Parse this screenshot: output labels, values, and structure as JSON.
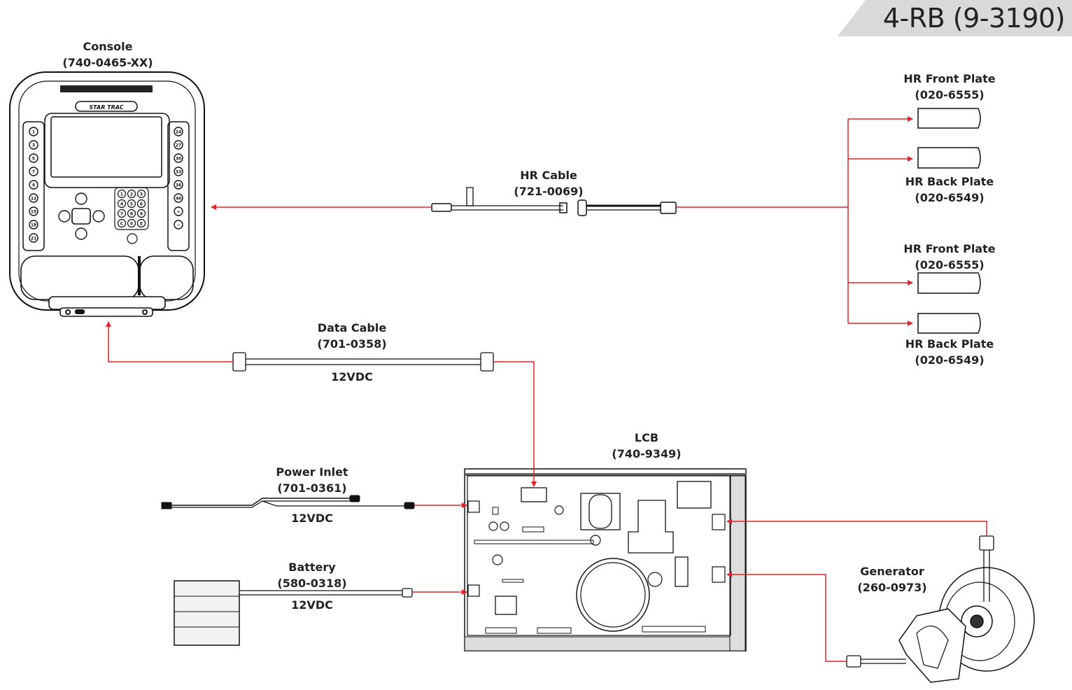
{
  "page_code": "4-RB (9-3190)",
  "colors": {
    "wire": "#e0242b",
    "outline": "#111111",
    "tag_bg": "#d9d9d9"
  },
  "components": {
    "console": {
      "name": "Console",
      "part": "(740-0465-XX)",
      "logo": "STAR TRAC"
    },
    "hr_cable": {
      "name": "HR Cable",
      "part": "(721-0069)"
    },
    "hr_front_plate_1": {
      "name": "HR Front Plate",
      "part": "(020-6555)"
    },
    "hr_back_plate_1": {
      "name": "HR Back Plate",
      "part": "(020-6549)"
    },
    "hr_front_plate_2": {
      "name": "HR Front Plate",
      "part": "(020-6555)"
    },
    "hr_back_plate_2": {
      "name": "HR Back Plate",
      "part": "(020-6549)"
    },
    "data_cable": {
      "name": "Data Cable",
      "part": "(701-0358)",
      "voltage": "12VDC"
    },
    "lcb": {
      "name": "LCB",
      "part": "(740-9349)"
    },
    "power_inlet": {
      "name": "Power Inlet",
      "part": "(701-0361)",
      "voltage": "12VDC"
    },
    "battery": {
      "name": "Battery",
      "part": "(580-0318)",
      "voltage": "12VDC"
    },
    "generator": {
      "name": "Generator",
      "part": "(260-0973)"
    }
  },
  "console_keys": {
    "left": [
      "1",
      "3",
      "5",
      "7",
      "9",
      "12",
      "15",
      "18",
      "21"
    ],
    "right": [
      "24",
      "27",
      "30",
      "33",
      "36",
      "40",
      "+",
      "−"
    ],
    "keypad": [
      "1",
      "2",
      "3",
      "4",
      "5",
      "6",
      "7",
      "8",
      "9",
      "C",
      "0",
      "E"
    ]
  }
}
